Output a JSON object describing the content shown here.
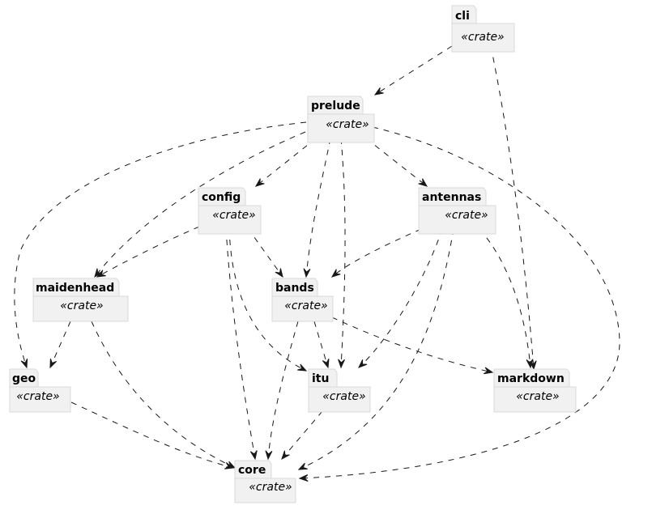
{
  "diagram": {
    "stereotype": "«crate»",
    "packages": {
      "cli": "cli",
      "prelude": "prelude",
      "config": "config",
      "antennas": "antennas",
      "maidenhead": "maidenhead",
      "bands": "bands",
      "geo": "geo",
      "itu": "itu",
      "markdown": "markdown",
      "core": "core"
    },
    "dependencies": [
      [
        "cli",
        "prelude"
      ],
      [
        "cli",
        "markdown"
      ],
      [
        "prelude",
        "config"
      ],
      [
        "prelude",
        "antennas"
      ],
      [
        "prelude",
        "maidenhead"
      ],
      [
        "prelude",
        "geo"
      ],
      [
        "prelude",
        "bands"
      ],
      [
        "prelude",
        "itu"
      ],
      [
        "prelude",
        "core"
      ],
      [
        "config",
        "maidenhead"
      ],
      [
        "config",
        "bands"
      ],
      [
        "config",
        "itu"
      ],
      [
        "config",
        "core"
      ],
      [
        "antennas",
        "bands"
      ],
      [
        "antennas",
        "itu"
      ],
      [
        "antennas",
        "core"
      ],
      [
        "antennas",
        "markdown"
      ],
      [
        "maidenhead",
        "geo"
      ],
      [
        "maidenhead",
        "core"
      ],
      [
        "bands",
        "itu"
      ],
      [
        "bands",
        "core"
      ],
      [
        "bands",
        "markdown"
      ],
      [
        "geo",
        "core"
      ],
      [
        "itu",
        "core"
      ]
    ]
  }
}
